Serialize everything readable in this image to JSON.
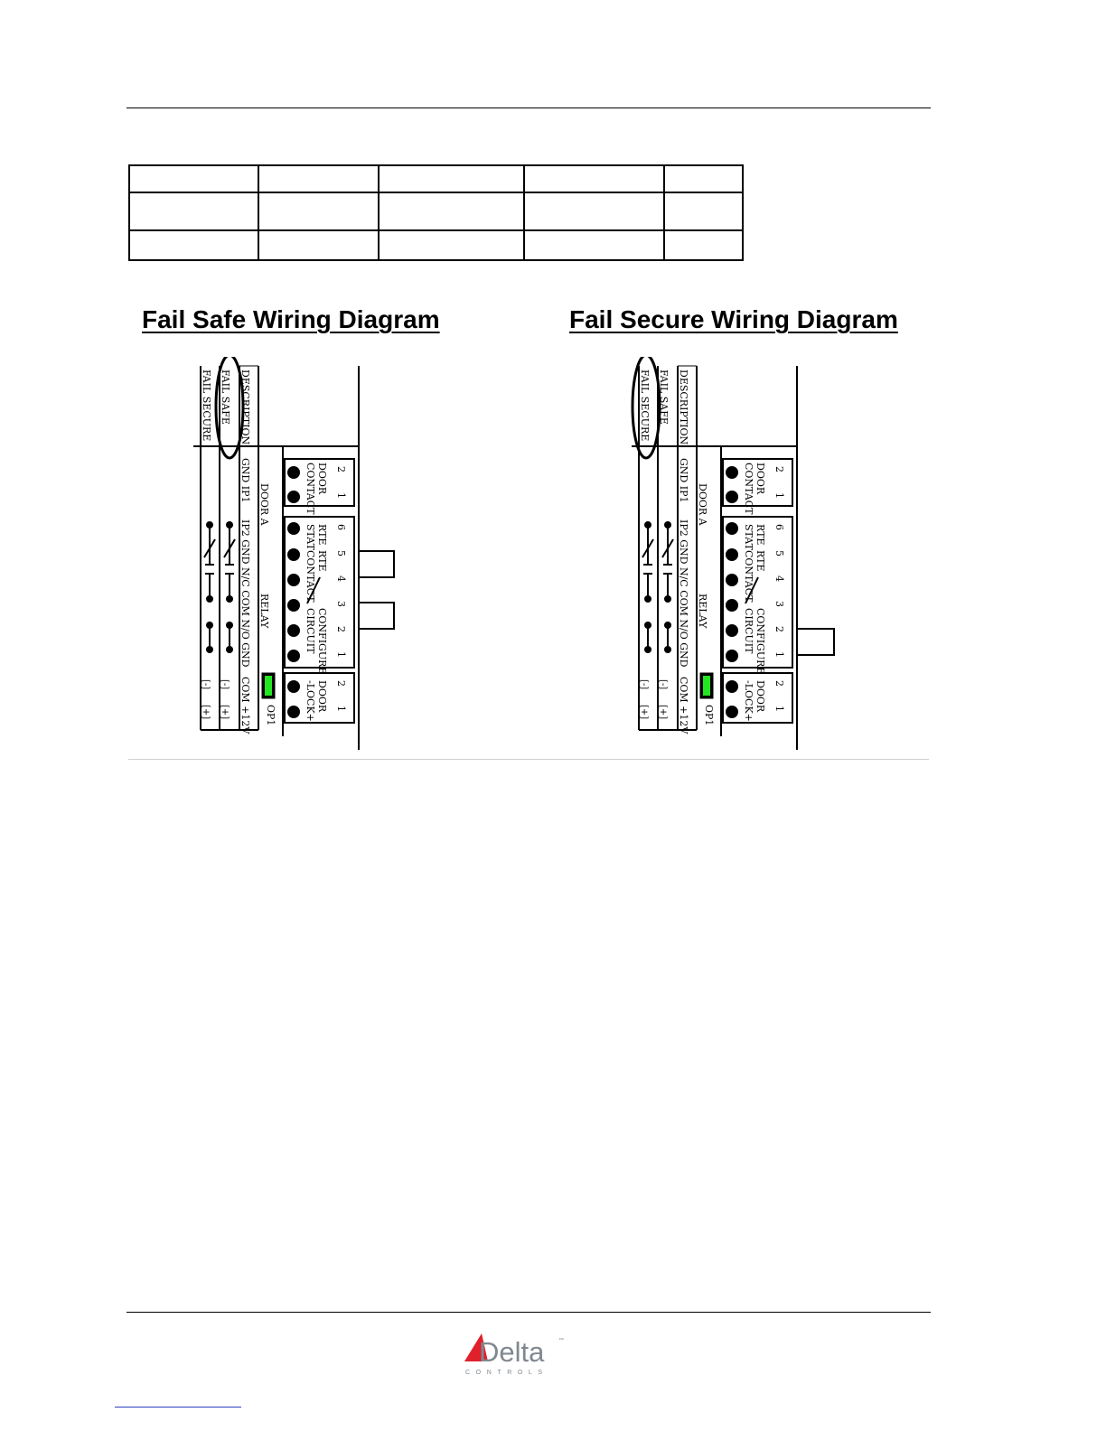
{
  "diagrams": [
    {
      "title": "Fail Safe Wiring Diagram",
      "labels": {
        "fail_secure": "FAIL SECURE",
        "fail_safe": "FAIL SAFE",
        "description": "DESCRIPTION",
        "gnd_ip1": "GND IP1",
        "ip2_row": "IP2 GND N/C COM N/O GND",
        "com_12v": "COM +12V",
        "door_a": "DOOR A",
        "relay": "RELAY",
        "op1": "OP1",
        "door_contact_1": "DOOR",
        "door_contact_2": "CONTACT",
        "rte_stat_1": "RTE",
        "rte_stat_2": "STAT",
        "rte_contact_1": "RTE",
        "rte_contact_2": "CONTACT",
        "configure_1": "CONFIGURE",
        "configure_2": "CIRCUIT",
        "door_lock_1": "DOOR",
        "door_lock_2": "-LOCK+",
        "minus": "[-]",
        "plus": "[+]",
        "pins_contact": [
          "2",
          "1"
        ],
        "pins_mid": [
          "6",
          "5",
          "4",
          "3",
          "2",
          "1"
        ],
        "pins_lock": [
          "2",
          "1"
        ]
      }
    },
    {
      "title": "Fail Secure Wiring Diagram",
      "labels": {
        "fail_secure": "FAIL SECURE",
        "fail_safe": "FAIL SAFE",
        "description": "DESCRIPTION",
        "gnd_ip1": "GND IP1",
        "ip2_row": "IP2 GND N/C COM N/O GND",
        "com_12v": "COM +12V",
        "door_a": "DOOR A",
        "relay": "RELAY",
        "op1": "OP1",
        "door_contact_1": "DOOR",
        "door_contact_2": "CONTACT",
        "rte_stat_1": "RTE",
        "rte_stat_2": "STAT",
        "rte_contact_1": "RTE",
        "rte_contact_2": "CONTACT",
        "configure_1": "CONFIGURE",
        "configure_2": "CIRCUIT",
        "door_lock_1": "DOOR",
        "door_lock_2": "-LOCK+",
        "minus": "[-]",
        "plus": "[+]",
        "pins_contact": [
          "2",
          "1"
        ],
        "pins_mid": [
          "6",
          "5",
          "4",
          "3",
          "2",
          "1"
        ],
        "pins_lock": [
          "2",
          "1"
        ]
      }
    }
  ],
  "logo": {
    "brand": "Delta",
    "tagline": "CONTROLS",
    "tm": "™"
  },
  "colors": {
    "led": "#22e622",
    "logo_red": "#e0202a",
    "logo_gray": "#808890"
  }
}
